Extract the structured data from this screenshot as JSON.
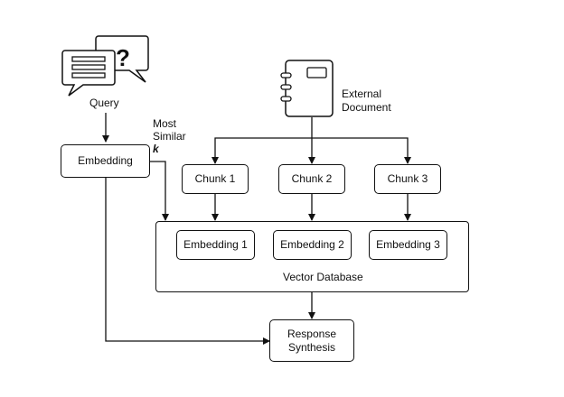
{
  "query": {
    "label": "Query",
    "icon": "speech-bubbles-question-icon"
  },
  "document": {
    "label_line1": "External",
    "label_line2": "Document",
    "icon": "notebook-icon"
  },
  "embedding": {
    "label": "Embedding"
  },
  "most_similar": {
    "line1": "Most",
    "line2": "Similar",
    "k": "k"
  },
  "chunks": [
    "Chunk 1",
    "Chunk 2",
    "Chunk 3"
  ],
  "embeddings": [
    "Embedding 1",
    "Embedding 2",
    "Embedding 3"
  ],
  "vector_db": {
    "label": "Vector Database",
    "icon": "database-icon"
  },
  "response": {
    "line1": "Response",
    "line2": "Synthesis"
  }
}
